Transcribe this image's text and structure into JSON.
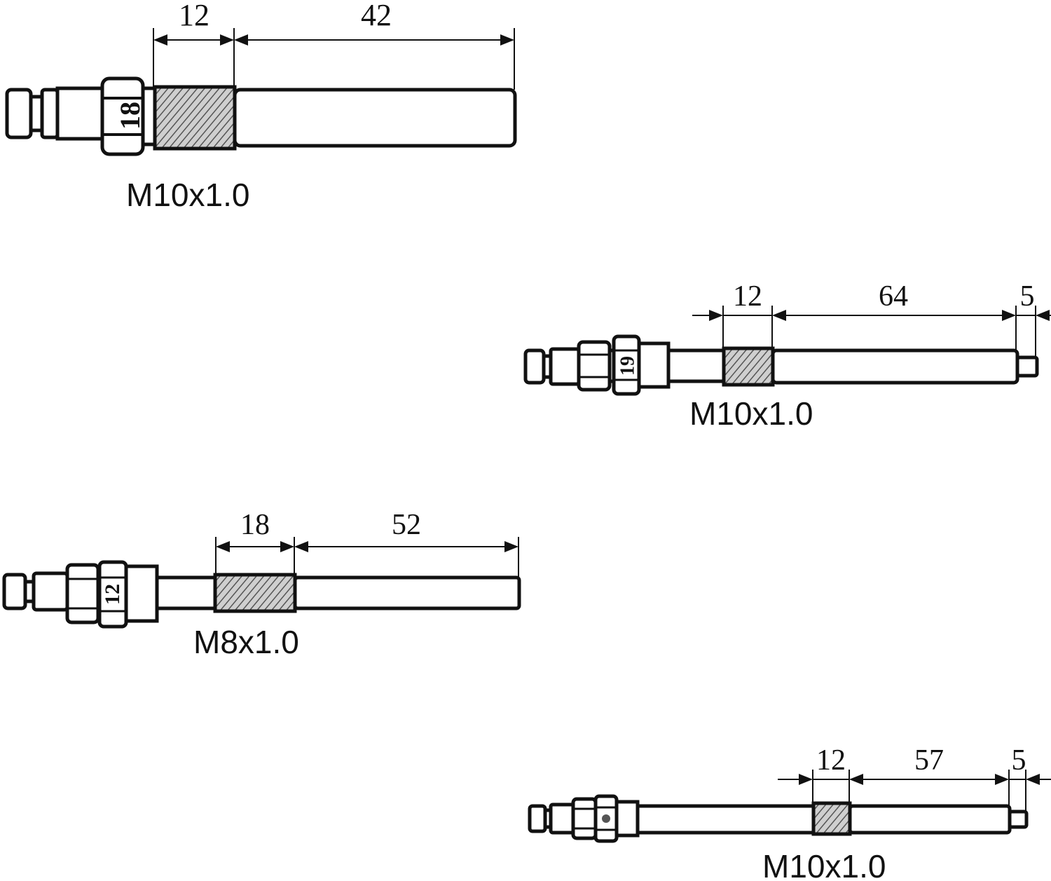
{
  "diagram": {
    "parts": [
      {
        "id": "probe-1",
        "hex_marking": "18",
        "thread": "M10x1.0",
        "dimensions": [
          "12",
          "42"
        ]
      },
      {
        "id": "probe-2",
        "hex_marking": "19",
        "thread": "M10x1.0",
        "dimensions": [
          "12",
          "64",
          "5"
        ]
      },
      {
        "id": "probe-3",
        "hex_marking": "12",
        "thread": "M8x1.0",
        "dimensions": [
          "18",
          "52"
        ]
      },
      {
        "id": "probe-4",
        "hex_marking": "",
        "thread": "M10x1.0",
        "dimensions": [
          "12",
          "57",
          "5"
        ]
      }
    ]
  }
}
